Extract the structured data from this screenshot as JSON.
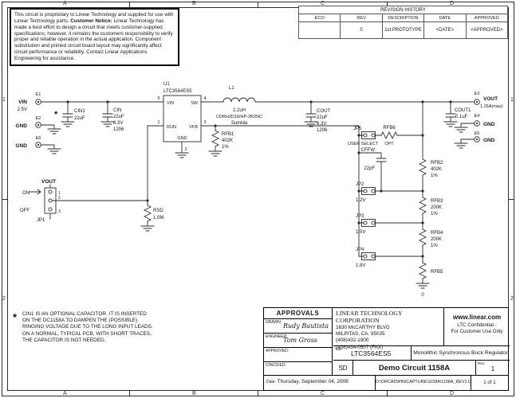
{
  "zones": {
    "top": [
      "A",
      "B",
      "C",
      "D"
    ],
    "bottom": [
      "A",
      "B",
      "C",
      "D"
    ],
    "left": [
      "1",
      "2"
    ],
    "right": [
      "1",
      "2"
    ]
  },
  "notice": {
    "p1": "This circuit is proprietary to Linear Technology and supplied for use with Linear Technology parts.",
    "label": "Customer Notice:",
    "p2": "Linear Technology has made a best effort to design a circuit that meets customer-supplied specifications; however, it remains the customers responsibility to verify proper and reliable operation in the actual application. Component substitution and printed circuit board layout may significantly affect circuit performance or reliability. Contact Linear Applications Engineering for assistance."
  },
  "revision_history": {
    "title": "REVISION HISTORY",
    "columns": [
      "ECO",
      "REV",
      "DESCRIPTION",
      "DATE",
      "APPROVED"
    ],
    "rows": [
      {
        "eco": "",
        "rev": "0",
        "description": "1st PROTOTYPE",
        "date": "<DATE>",
        "approved": "<APPROVED>"
      }
    ]
  },
  "sch": {
    "e1_ref": "E1",
    "e1_net": "VIN",
    "e1_sub": "2.5V",
    "e2_ref": "E2",
    "e2_net": "GND",
    "e6_ref": "E6",
    "e6_net": "GND",
    "cin1_star": "*",
    "cin1_ref": "CIN1",
    "cin1_val": "22uF",
    "cin_ref": "CIN",
    "cin_val": "22uF",
    "cin_v": "6.3V",
    "cin_pkg": "1206",
    "u1_ref": "U1",
    "u1_part": "LTC3564ES5",
    "u1_pin_vin": "VIN",
    "u1_pin_sw": "SW",
    "u1_pin_run": "RUN",
    "u1_pin_vfb": "VFB",
    "u1_pin_gnd": "GND",
    "u1_num_vin": "5",
    "u1_num_sw": "4",
    "u1_num_run": "1",
    "u1_num_vfb": "3",
    "u1_num_gnd": "2",
    "l1_ref": "L1",
    "l1_val": "2.2uH",
    "l1_part": "CDRH2D18/HP-2R2NC",
    "l1_mfr": "Sumida",
    "cout_ref": "COUT",
    "cout_val": "22uF",
    "cout_v": "6.3V",
    "cout_pkg": "1206",
    "cout1_ref": "COUT1",
    "cout1_val": "0.1uF",
    "e3_ref": "E3",
    "e3_net": "VOUT",
    "e3_sub": "1.25A(max)",
    "e4_ref": "E4",
    "e4_net": "GND",
    "e5_ref": "E5",
    "e5_net": "GND",
    "jp5_ref": "JP5",
    "jp5_label": "USER SELECT",
    "rfb6_ref": "RFB6",
    "rfb6_val": "OPT",
    "cffw_ref": "CFFW",
    "cffw_val": "22pF",
    "rfb1_ref": "RFB1",
    "rfb1_val": "402K",
    "rfb1_tol": "1%",
    "jp2_ref": "JP2",
    "jp2_val": "1.2V",
    "rfb2_ref": "RFB2",
    "rfb2_val": "402K",
    "rfb2_tol": "1%",
    "jp3_ref": "JP3",
    "jp3_val": "1.5V",
    "rfb3_ref": "RFB3",
    "rfb3_val": "200K",
    "rfb3_tol": "1%",
    "jp4_ref": "JP4",
    "jp4_val": "1.8V",
    "rfb4_ref": "RFB4",
    "rfb4_val": "200K",
    "rfb4_tol": "1%",
    "rfb5_ref": "RFB5",
    "gnd0": "0",
    "jp1_ref": "JP1",
    "jp1_net": "VOUT",
    "jp1_on": "ON",
    "jp1_off": "OFF",
    "jp1_p1": "1",
    "jp1_p2": "2",
    "jp1_p3": "3",
    "rsd_ref": "RSD",
    "rsd_val": "1.0M"
  },
  "note": {
    "star": "*",
    "lines": [
      "CIN1 IS AN OPTIONAL CAPACITOR. IT IS INSERTED",
      "ON THE DC1158A TO DAMPEN THE (POSSIBLE)",
      "RINGING VOLTAGE DUE TO THE LONG INPUT LEADS.",
      "ON A NORMAL, TYPICAL PCB, WITH SHORT TRACES,",
      "THE CAPACITOR IS NOT NEEDED."
    ]
  },
  "approvals": {
    "title": "APPROVALS",
    "rows": [
      {
        "label": "DRAWN:",
        "name": "Rudy Bautista"
      },
      {
        "label": "ENGINEER:",
        "name": "Tom Gross"
      },
      {
        "label": "APPROVED:",
        "name": ""
      },
      {
        "label": "CHECKED:",
        "name": ""
      }
    ]
  },
  "title_block": {
    "company": "LINEAR TECHNOLOGY CORPORATION",
    "address1": "1630 McCARTHY BLVD",
    "address2": "MILPITAS, CA. 95035",
    "phone": "(408)432-1900",
    "fax": "(408)434-0507 (FAX)",
    "web": "www.linear.com",
    "confidential1": "LTC Confidential -",
    "confidential2": "For Customer Use Only",
    "title_label": "Title:",
    "part": "LTC3564ES5",
    "description": "Monolithic Synchronous Buck Regulator",
    "size": "SD",
    "doc": "Demo Circuit 1158A",
    "rev_label": "Rev:",
    "rev": "1",
    "date_label": "Date:",
    "date": "Thursday, September 04, 2008",
    "file": "D:\\ORCADWIN\\CAPTURE\\1158A\\1158A_REV1.DSN",
    "sheet": "1 of 1"
  }
}
